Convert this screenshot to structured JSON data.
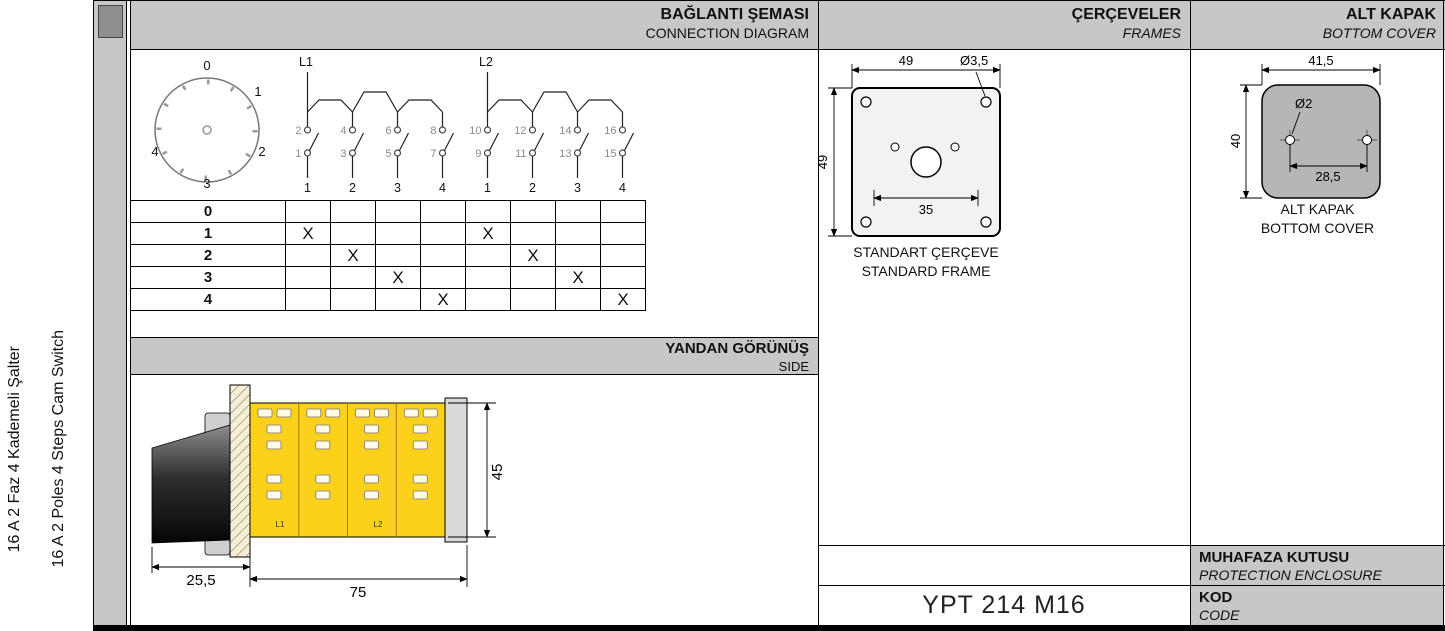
{
  "sidebar": {
    "title_tr": "16 A 2 Faz 4 Kademeli Şalter",
    "title_en": "16 A 2 Poles 4 Steps Cam Switch"
  },
  "connection": {
    "header_tr": "BAĞLANTI ŞEMASI",
    "header_en": "CONNECTION DIAGRAM",
    "dial_positions": [
      "0",
      "1",
      "2",
      "3",
      "4"
    ],
    "phase_l1": "L1",
    "phase_l2": "L2",
    "top_terminals": [
      "2",
      "4",
      "6",
      "8",
      "10",
      "12",
      "14",
      "16"
    ],
    "bottom_terminals": [
      "1",
      "3",
      "5",
      "7",
      "9",
      "11",
      "13",
      "15"
    ],
    "column_numbers": [
      "1",
      "2",
      "3",
      "4",
      "1",
      "2",
      "3",
      "4"
    ],
    "table": {
      "rows": [
        {
          "position": "0",
          "marks": [
            "",
            "",
            "",
            "",
            "",
            "",
            "",
            ""
          ]
        },
        {
          "position": "1",
          "marks": [
            "X",
            "",
            "",
            "",
            "X",
            "",
            "",
            ""
          ]
        },
        {
          "position": "2",
          "marks": [
            "",
            "X",
            "",
            "",
            "",
            "X",
            "",
            ""
          ]
        },
        {
          "position": "3",
          "marks": [
            "",
            "",
            "X",
            "",
            "",
            "",
            "X",
            ""
          ]
        },
        {
          "position": "4",
          "marks": [
            "",
            "",
            "",
            "X",
            "",
            "",
            "",
            "X"
          ]
        }
      ]
    }
  },
  "side_view": {
    "header_tr": "YANDAN GÖRÜNÜŞ",
    "header_en": "SIDE",
    "deck_l1": "L1",
    "deck_l2": "L2",
    "dim_handle": "25,5",
    "dim_body": "75",
    "dim_height": "45"
  },
  "frames": {
    "header_tr": "ÇERÇEVELER",
    "header_en": "FRAMES",
    "dim_top": "49",
    "dim_left": "49",
    "dim_inner": "35",
    "hole_dia": "Ø3,5",
    "caption_tr": "STANDART ÇERÇEVE",
    "caption_en": "STANDARD FRAME"
  },
  "bottom_cover": {
    "header_tr": "ALT KAPAK",
    "header_en": "BOTTOM COVER",
    "dim_top": "41,5",
    "dim_left": "40",
    "dim_inner": "28,5",
    "hole_dia": "Ø2",
    "caption_tr": "ALT KAPAK",
    "caption_en": "BOTTOM COVER"
  },
  "footer": {
    "protection_tr": "MUHAFAZA KUTUSU",
    "protection_en": "PROTECTION ENCLOSURE",
    "code_label_tr": "KOD",
    "code_label_en": "CODE",
    "code_value": "YPT 214 M16"
  },
  "colors": {
    "header_bg": "#c7c7c7",
    "body_yellow": "#fcd11c",
    "cover_gray": "#b6b6b6"
  }
}
